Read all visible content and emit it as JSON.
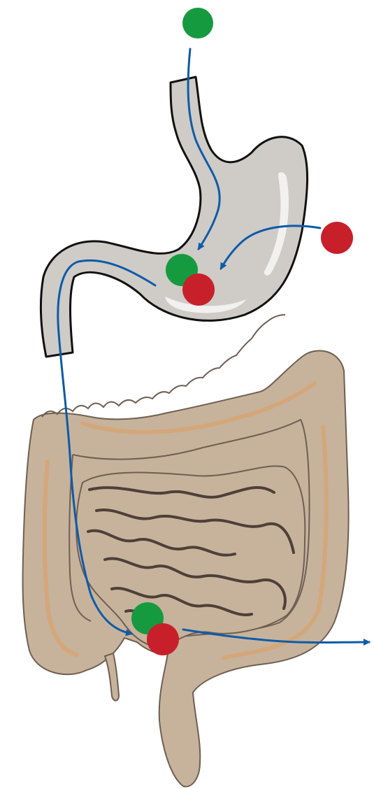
{
  "colors": {
    "background": "#ffffff",
    "stomach_fill": "#cfcbc6",
    "stomach_outline": "#111111",
    "stomach_highlight": "#f2f1ef",
    "intestine_fill": "#c7b39c",
    "intestine_outline": "#6f5f52",
    "intestine_stripe": "#d3a779",
    "arrow": "#0d5ba8",
    "particle_green": "#169a3f",
    "particle_red": "#c8202a"
  },
  "elements": {
    "stomach": "stomach",
    "large_intestine": "large-intestine",
    "small_intestine": "small-intestine",
    "green_particle": "green-particle",
    "red_particle": "red-particle",
    "flow_arrow": "flow-arrow"
  }
}
